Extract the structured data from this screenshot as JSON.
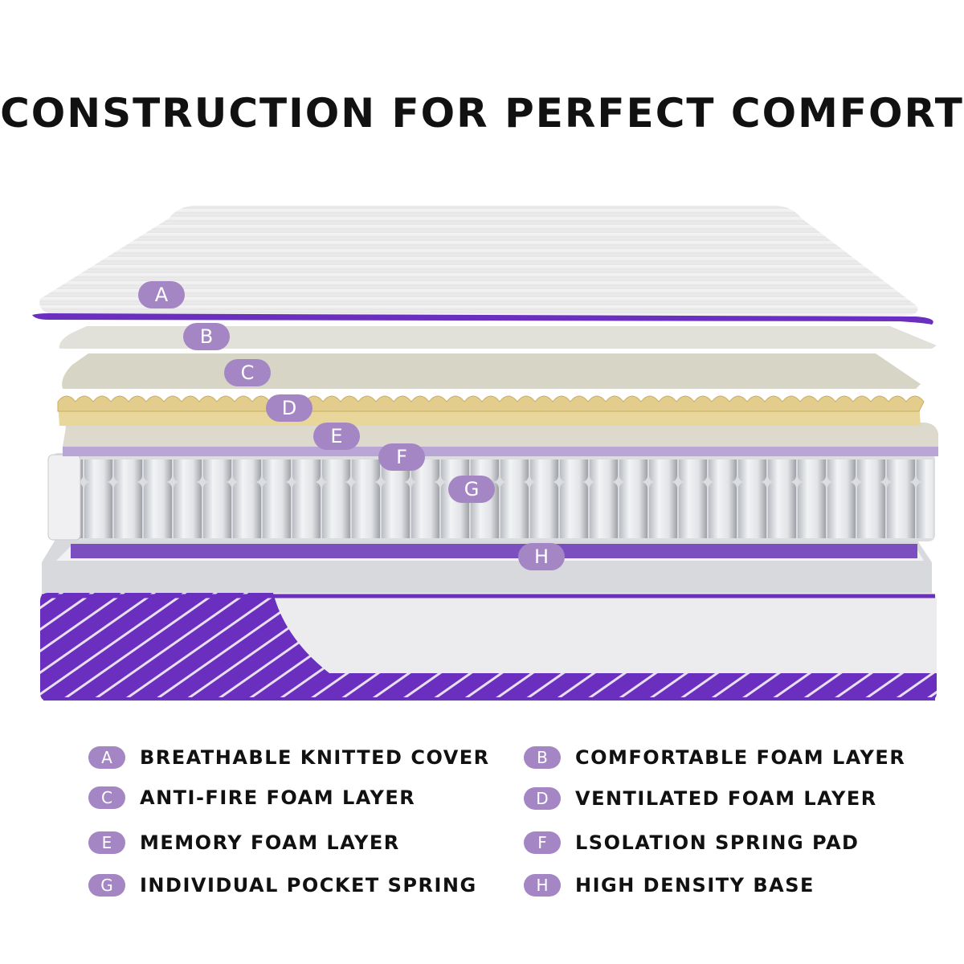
{
  "title": "CONSTRUCTION FOR PERFECT COMFORT",
  "colors": {
    "accent": "#6a2fbf",
    "badge": "#a486c4"
  },
  "layers": [
    {
      "letter": "A",
      "name": "BREATHABLE KNITTED COVER"
    },
    {
      "letter": "B",
      "name": "COMFORTABLE FOAM LAYER"
    },
    {
      "letter": "C",
      "name": "ANTI-FIRE FOAM LAYER"
    },
    {
      "letter": "D",
      "name": "VENTILATED FOAM LAYER"
    },
    {
      "letter": "E",
      "name": "MEMORY FOAM LAYER"
    },
    {
      "letter": "F",
      "name": "LSOLATION SPRING PAD"
    },
    {
      "letter": "G",
      "name": "INDIVIDUAL POCKET SPRING"
    },
    {
      "letter": "H",
      "name": "HIGH DENSITY BASE"
    }
  ]
}
